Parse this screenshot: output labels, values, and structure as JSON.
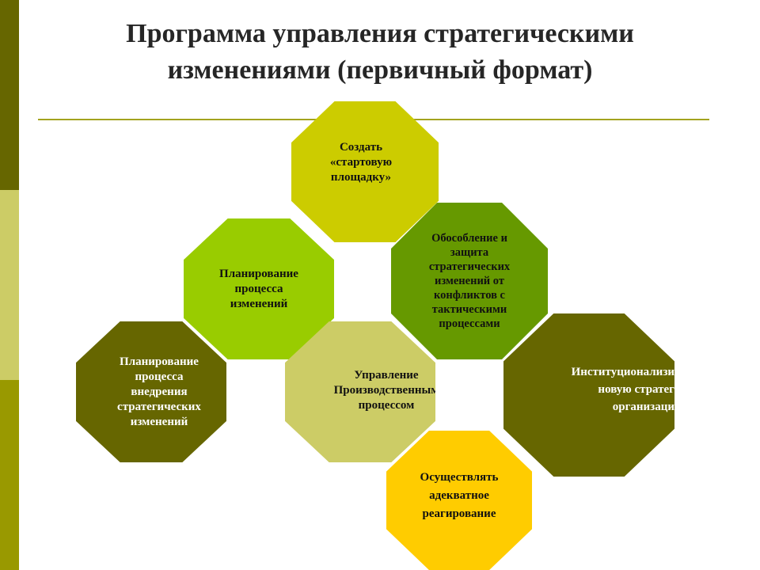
{
  "slide": {
    "title_line1": "Программа управления стратегическими",
    "title_line2": "изменениями (первичный формат)"
  },
  "colors": {
    "stripe_top": "#666600",
    "stripe_mid": "#cccc66",
    "stripe_bottom": "#999900",
    "rule": "#a3a31f",
    "olive_yellow": "#cccc00",
    "lime_green": "#99cc00",
    "olive_green": "#669900",
    "dark_olive": "#666600",
    "khaki": "#cccc66",
    "gold": "#ffcc00"
  },
  "shapes": [
    {
      "id": "start",
      "label": "Создать\n«стартовую\nплощадку»",
      "color": "olive_yellow",
      "tone": "light"
    },
    {
      "id": "planning-change",
      "label": "Планирование\nпроцесса\nизменений",
      "color": "lime_green",
      "tone": "light"
    },
    {
      "id": "isolation",
      "label": "Обособление и\nзащита\nстратегических\nизменений от\nконфликтов с\nтактическими\nпроцессами",
      "color": "olive_green",
      "tone": "light"
    },
    {
      "id": "planning-implementation",
      "label": "Планирование\nпроцесса\nвнедрения\nстратегических\nизменений",
      "color": "dark_olive",
      "tone": "dark"
    },
    {
      "id": "production",
      "label": "Управление\nПроизводственным\nпроцессом",
      "color": "khaki",
      "tone": "light"
    },
    {
      "id": "institutionalize",
      "label": "Институционализи\nновую стратег\nорганизаци",
      "color": "dark_olive",
      "tone": "dark"
    },
    {
      "id": "respond",
      "label": "Осуществлять\nадекватное\nреагирование",
      "color": "gold",
      "tone": "light"
    }
  ]
}
